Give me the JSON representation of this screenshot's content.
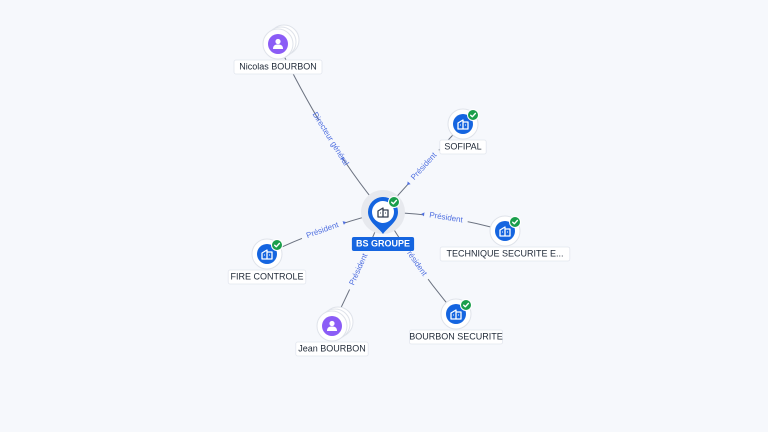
{
  "colors": {
    "background": "#f6f8fc",
    "company_blue": "#1565e0",
    "person_purple": "#8b5cf6",
    "check_green": "#1a9e4b",
    "edge_gray": "#6b7280",
    "edge_label_blue": "#4f6fe0"
  },
  "center": {
    "name": "BS GROUPE",
    "icon": "building-icon",
    "verified": true
  },
  "nodes": [
    {
      "id": "nicolas",
      "name": "Nicolas BOURBON",
      "type": "person",
      "icon": "person-icon",
      "verified": false
    },
    {
      "id": "sofipal",
      "name": "SOFIPAL",
      "type": "company",
      "icon": "building-icon",
      "verified": true
    },
    {
      "id": "technique",
      "name": "TECHNIQUE SECURITE E...",
      "type": "company",
      "icon": "building-icon",
      "verified": true
    },
    {
      "id": "bourbon_securite",
      "name": "BOURBON SECURITE",
      "type": "company",
      "icon": "building-icon",
      "verified": true
    },
    {
      "id": "jean",
      "name": "Jean BOURBON",
      "type": "person",
      "icon": "person-icon",
      "verified": false
    },
    {
      "id": "fire",
      "name": "FIRE CONTROLE",
      "type": "company",
      "icon": "building-icon",
      "verified": true
    }
  ],
  "edges": [
    {
      "from": "nicolas",
      "label": "Directeur général"
    },
    {
      "from": "sofipal",
      "label": "Président"
    },
    {
      "from": "technique",
      "label": "Président"
    },
    {
      "from": "bourbon_securite",
      "label": "Président"
    },
    {
      "from": "jean",
      "label": "Président"
    },
    {
      "from": "fire",
      "label": "Président"
    }
  ]
}
